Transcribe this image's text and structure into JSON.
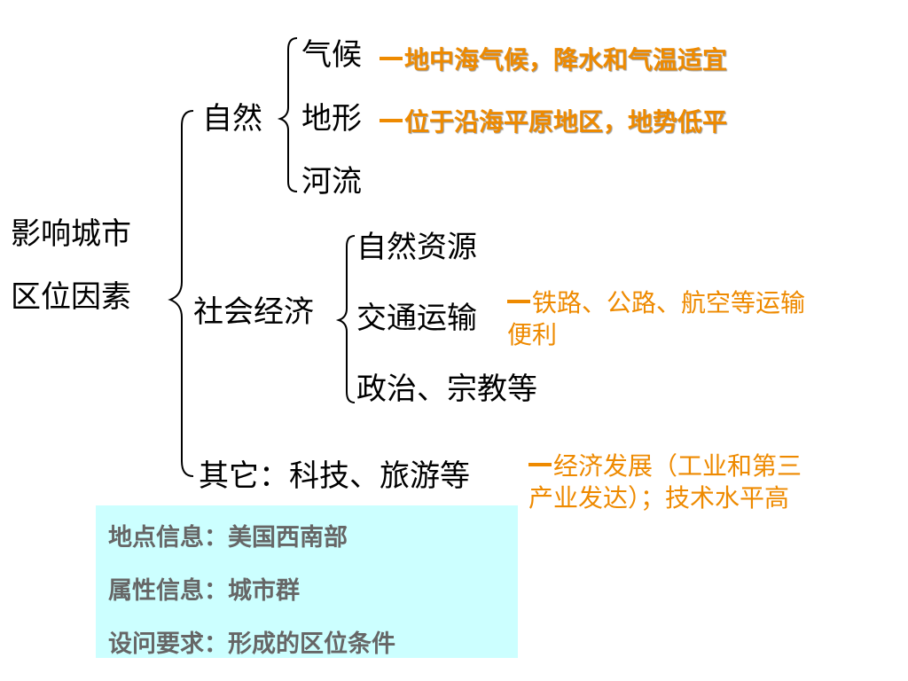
{
  "root": {
    "line1": "影响城市",
    "line2": "区位因素"
  },
  "branches": {
    "natural": {
      "label": "自然",
      "items": [
        {
          "label": "气候",
          "note": "地中海气候，降水和气温适宜"
        },
        {
          "label": "地形",
          "note": "位于沿海平原地区，地势低平"
        },
        {
          "label": "河流"
        }
      ]
    },
    "socio": {
      "label": "社会经济",
      "items": [
        {
          "label": "自然资源"
        },
        {
          "label": "交通运输",
          "note_line1": "铁路、公路、航空等运输",
          "note_line2": "便利"
        },
        {
          "label": "政治、宗教等"
        }
      ]
    },
    "other": {
      "label": "其它：科技、旅游等",
      "note_line1": "经济发展（工业和第三",
      "note_line2": "产业发达）；技术水平高"
    }
  },
  "info_box": {
    "location": "地点信息：美国西南部",
    "attribute": "属性信息：城市群",
    "requirement": "设问要求：形成的区位条件"
  },
  "colors": {
    "accent": "#ee8a00",
    "info_bg": "#ccffff",
    "info_text": "#666666"
  }
}
